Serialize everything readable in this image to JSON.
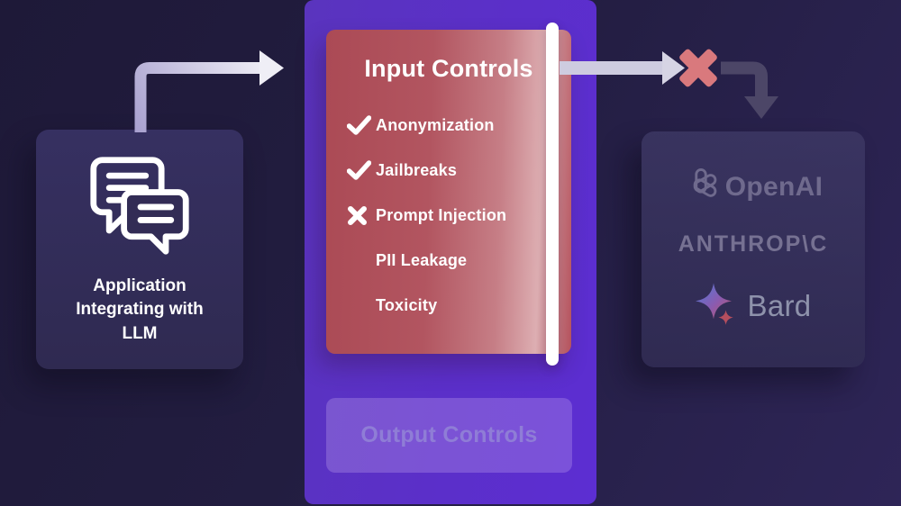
{
  "diagram_title": "LLM input controls flow",
  "colors": {
    "background_dark": "#1e1938",
    "background_light": "#2e2557",
    "band_purple": "#5b2fc9",
    "input_card_red": "#b04f5a",
    "pass_check_white": "#ffffff",
    "blocked_x_red": "#c75b63",
    "arrow_light": "#d6d4e4",
    "arrow_dark": "#4c4667",
    "white_bar": "#ffffff"
  },
  "app_card": {
    "label": "Application Integrating with LLM",
    "icon": "chat-bubbles-icon"
  },
  "input_controls": {
    "title": "Input Controls",
    "items": [
      {
        "label": "Anonymization",
        "status": "pass",
        "icon": "check-icon"
      },
      {
        "label": "Jailbreaks",
        "status": "pass",
        "icon": "check-icon"
      },
      {
        "label": "Prompt Injection",
        "status": "fail",
        "icon": "x-icon"
      },
      {
        "label": "PII Leakage",
        "status": "none",
        "icon": ""
      },
      {
        "label": "Toxicity",
        "status": "none",
        "icon": ""
      }
    ]
  },
  "output_controls": {
    "title": "Output Controls"
  },
  "providers": {
    "items": [
      {
        "name": "OpenAI",
        "icon": "openai-logo-icon"
      },
      {
        "name": "ANTHROP\\C",
        "icon": ""
      },
      {
        "name": "Bard",
        "icon": "bard-sparkle-icon"
      }
    ]
  },
  "flow": {
    "app_to_input_arrow": "pass",
    "input_to_providers_arrow": "blocked"
  }
}
